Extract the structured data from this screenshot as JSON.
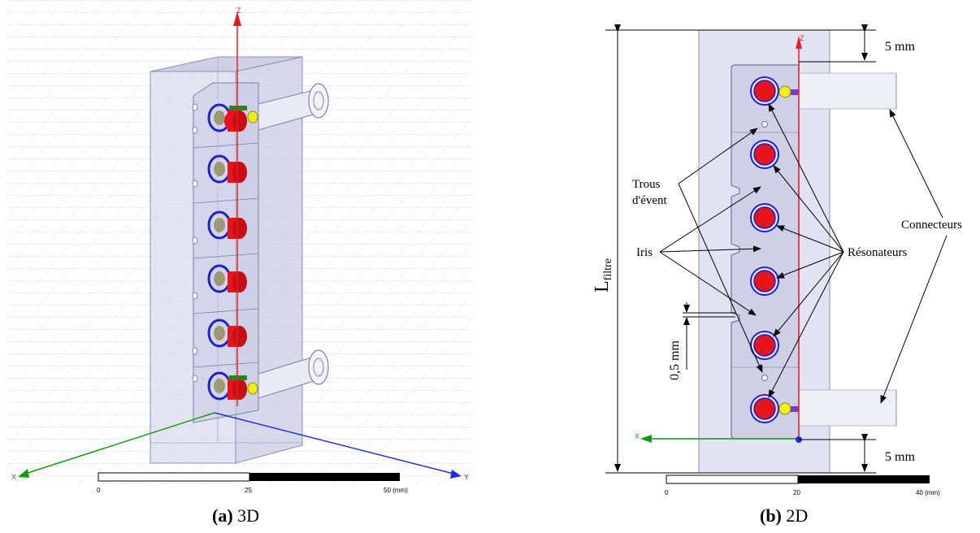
{
  "panels": {
    "left": {
      "caption_label": "(a)",
      "caption_text": " 3D",
      "axes": {
        "z": "Z",
        "x": "X",
        "y": "Y"
      },
      "scale": {
        "ticks": [
          "0",
          "25",
          "50 (mm)"
        ]
      }
    },
    "right": {
      "caption_label": "(b)",
      "caption_text": " 2D",
      "axes": {
        "z": "Z",
        "x": "X"
      },
      "scale": {
        "ticks": [
          "0",
          "20",
          "40 (mm)"
        ]
      },
      "labels": {
        "dim_top": "5 mm",
        "dim_bottom": "5 mm",
        "dim_side": "0,5 mm",
        "length_main": "L",
        "length_sub": "filtre",
        "vent_holes_line1": "Trous",
        "vent_holes_line2": "d'évent",
        "iris": "Iris",
        "resonators": "Résonateurs",
        "connectors": "Connecteurs"
      }
    }
  },
  "colors": {
    "resonator": "#e8141c",
    "resonator_ring": "#1c22c8",
    "connector_pin": "#f2ee1a",
    "axis_z": "#e02020",
    "axis_x": "#139a13",
    "axis_y": "#2030e0",
    "body_fill": "#d8d9ee"
  }
}
